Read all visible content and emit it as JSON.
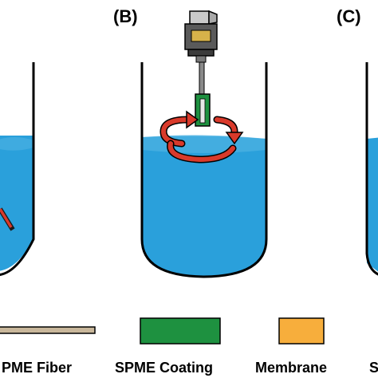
{
  "panels": {
    "b_label": "(B)",
    "c_label": "(C)"
  },
  "legend": {
    "fiber_label": "PME Fiber",
    "coating_label": "SPME Coating",
    "membrane_label": "Membrane",
    "partial_label": "S"
  },
  "colors": {
    "water": "#2aa0db",
    "water_surface": "#6cc3ea",
    "fiber": "#c9b79b",
    "coating": "#1e9140",
    "membrane": "#f7ae3c",
    "arrow": "#d93a2b",
    "outline": "#000000"
  }
}
